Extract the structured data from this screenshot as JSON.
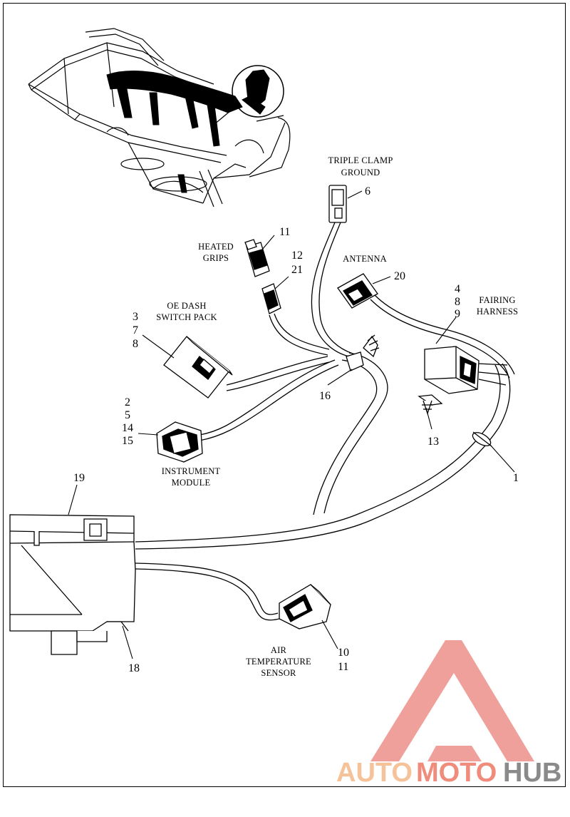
{
  "labels": {
    "triple_clamp": [
      "TRIPLE CLAMP",
      "GROUND"
    ],
    "heated_grips": [
      "HEATED",
      "GRIPS"
    ],
    "antenna": "ANTENNA",
    "fairing_harness": [
      "FAIRING",
      "HARNESS"
    ],
    "oe_dash": [
      "OE DASH",
      "SWITCH PACK"
    ],
    "instrument_module": [
      "INSTRUMENT",
      "MODULE"
    ],
    "air_temp": [
      "AIR",
      "TEMPERATURE",
      "SENSOR"
    ]
  },
  "callouts": {
    "c6": "6",
    "c11": "11",
    "c12": "12",
    "c21": "21",
    "c20": "20",
    "c4": "4",
    "c8": "8",
    "c9": "9",
    "c3": "3",
    "c7": "7",
    "c8b": "8",
    "c16": "16",
    "c13": "13",
    "c2": "2",
    "c5": "5",
    "c14": "14",
    "c15": "15",
    "c1": "1",
    "c19": "19",
    "c18": "18",
    "c10": "10",
    "c11b": "11"
  },
  "watermark": {
    "part1": "AUTO",
    "part2": "MOTO",
    "part3": "HUB",
    "color_light": "#f6c29a",
    "color_mid": "#f08c7c",
    "color_dark": "#8a8a8a",
    "logo_color": "#f0a09a"
  }
}
